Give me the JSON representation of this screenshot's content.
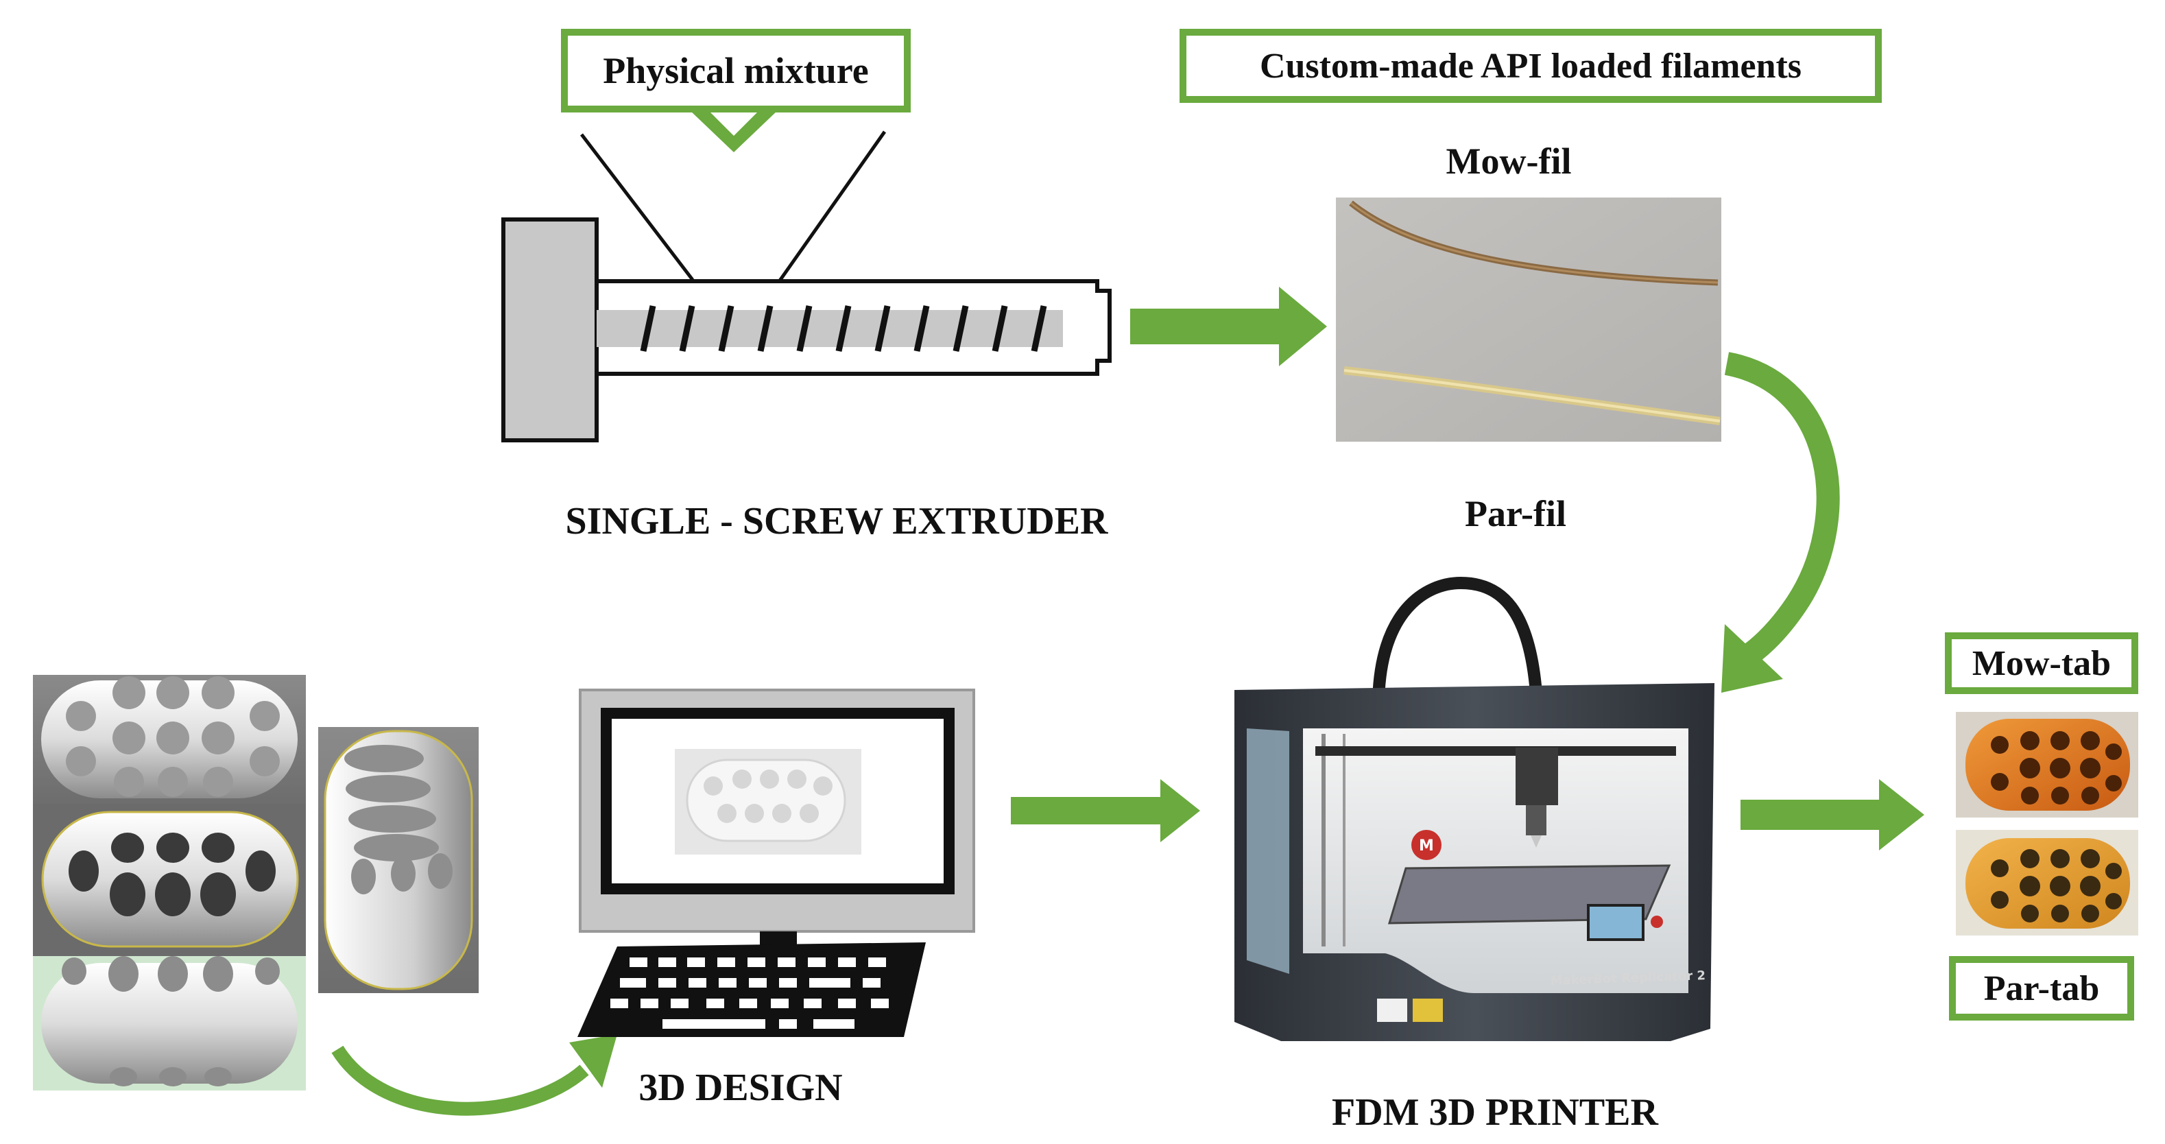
{
  "labels": {
    "physical_mixture": "Physical mixture",
    "custom_filaments": "Custom-made API loaded filaments",
    "mow_fil": "Mow-fil",
    "par_fil": "Par-fil",
    "extruder": "SINGLE - SCREW EXTRUDER",
    "design": "3D DESIGN",
    "printer": "FDM 3D PRINTER",
    "mow_tab": "Mow-tab",
    "par_tab": "Par-tab",
    "printer_brand": "MakerBot Replicator 2"
  },
  "colors": {
    "arrow_green": "#6aaa3e",
    "box_border": "#6aaa3e",
    "tablet_orange": "#e07a22"
  }
}
